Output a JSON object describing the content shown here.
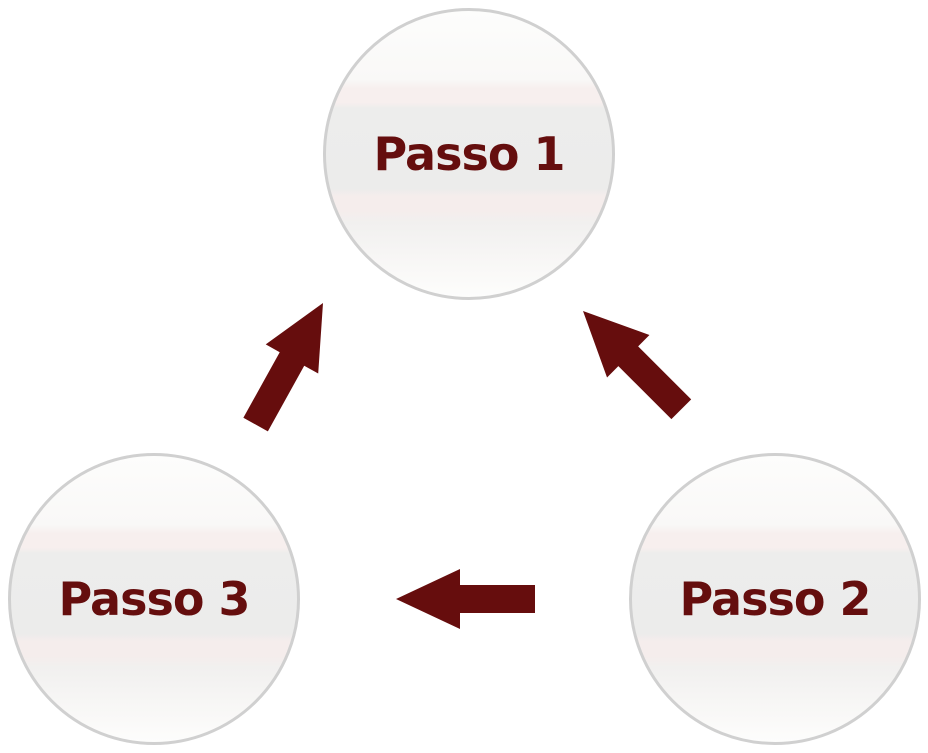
{
  "diagram": {
    "type": "cycle",
    "steps": [
      {
        "id": "passo-1",
        "label": "Passo 1",
        "position": "top-center"
      },
      {
        "id": "passo-2",
        "label": "Passo 2",
        "position": "bottom-right"
      },
      {
        "id": "passo-3",
        "label": "Passo 3",
        "position": "bottom-left"
      }
    ],
    "arrows": [
      {
        "from": "passo-2",
        "to": "passo-1",
        "direction": "up-left"
      },
      {
        "from": "passo-2",
        "to": "passo-3",
        "direction": "left"
      },
      {
        "from": "passo-3",
        "to": "passo-1",
        "direction": "up-right"
      }
    ],
    "colors": {
      "arrow": "#660d0d",
      "label": "#650e0e",
      "circle_border": "#d0d0d0",
      "background": "#ffffff"
    }
  }
}
